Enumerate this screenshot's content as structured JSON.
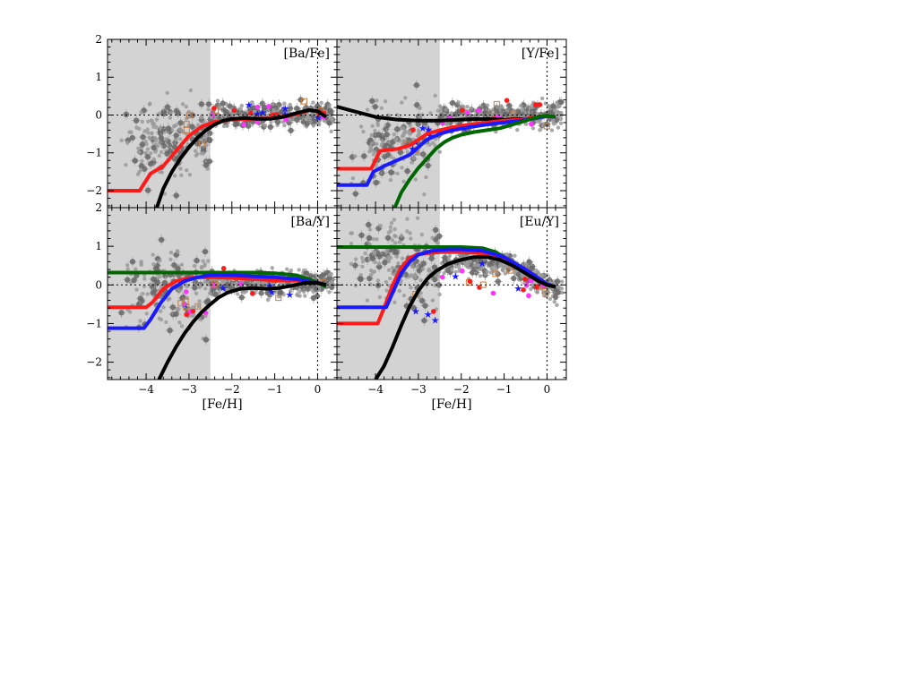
{
  "figure": {
    "xlabel": "[Fe/H]"
  },
  "colors": {
    "shade": "#d3d3d3",
    "frame": "#000000",
    "red": "#ff1a1a",
    "blue": "#1a1aff",
    "green": "#006600",
    "black": "#000000",
    "grey_points": "#666666",
    "errorbar": "#a8a8a8",
    "magenta": "#ff33ff",
    "orange": "#c87a3a",
    "star_blue": "#1a1aff"
  },
  "chart_data": [
    {
      "type": "line",
      "panel": "top-left",
      "label": "[Ba/Fe]",
      "xlim": [
        -4.9,
        0.45
      ],
      "ylim": [
        -2.45,
        2.0
      ],
      "xticks": [
        -4,
        -3,
        -2,
        -1,
        0
      ],
      "xtick_labels": [
        "",
        "",
        "",
        "",
        ""
      ],
      "yticks": [
        -2,
        -1,
        0,
        1,
        2
      ],
      "ytick_labels": [
        "−2",
        "−1",
        "0",
        "1",
        "2"
      ],
      "shaded_x": [
        -4.9,
        -2.5
      ],
      "ref_y": 0,
      "ref_x": 0,
      "series": [
        {
          "color": "red",
          "x": [
            -4.9,
            -4.15,
            -3.9,
            -3.6,
            -3.3,
            -3.0,
            -2.7,
            -2.4,
            -2.0,
            -1.5,
            -1.0,
            -0.5,
            -0.2,
            0.0,
            0.2
          ],
          "y": [
            -2.0,
            -2.0,
            -1.55,
            -1.35,
            -0.95,
            -0.55,
            -0.3,
            -0.18,
            -0.12,
            -0.1,
            -0.08,
            0.02,
            0.12,
            0.1,
            0.05
          ]
        },
        {
          "color": "black",
          "x": [
            -3.75,
            -3.6,
            -3.4,
            -3.2,
            -3.0,
            -2.8,
            -2.6,
            -2.4,
            -2.2,
            -2.0,
            -1.7,
            -1.4,
            -1.1,
            -0.8,
            -0.5,
            -0.2,
            0.0,
            0.2
          ],
          "y": [
            -2.45,
            -1.95,
            -1.5,
            -1.15,
            -0.85,
            -0.6,
            -0.4,
            -0.25,
            -0.15,
            -0.1,
            -0.08,
            -0.1,
            -0.1,
            -0.05,
            0.05,
            0.13,
            0.1,
            -0.05
          ]
        }
      ]
    },
    {
      "type": "line",
      "panel": "top-right",
      "label": "[Y/Fe]",
      "xlim": [
        -4.9,
        0.45
      ],
      "ylim": [
        -2.45,
        2.0
      ],
      "xticks": [
        -4,
        -3,
        -2,
        -1,
        0
      ],
      "xtick_labels": [
        "",
        "",
        "",
        "",
        ""
      ],
      "yticks": [
        -2,
        -1,
        0,
        1,
        2
      ],
      "ytick_labels": [
        "",
        "",
        "",
        "",
        ""
      ],
      "shaded_x": [
        -4.9,
        -2.5
      ],
      "ref_y": 0,
      "ref_x": 0,
      "series": [
        {
          "color": "black",
          "x": [
            -4.9,
            -4.5,
            -4.0,
            -3.5,
            -3.0,
            -2.5,
            -2.0,
            -1.5,
            -1.0,
            -0.5,
            0.0,
            0.2
          ],
          "y": [
            0.22,
            0.1,
            -0.05,
            -0.12,
            -0.15,
            -0.15,
            -0.12,
            -0.1,
            -0.12,
            -0.1,
            -0.02,
            -0.05
          ]
        },
        {
          "color": "red",
          "x": [
            -4.9,
            -4.1,
            -3.9,
            -3.5,
            -3.2,
            -3.0,
            -2.8,
            -2.5,
            -2.2,
            -1.8,
            -1.4,
            -1.0,
            -0.6,
            -0.2,
            0.0,
            0.2
          ],
          "y": [
            -1.42,
            -1.42,
            -0.95,
            -0.9,
            -0.8,
            -0.65,
            -0.5,
            -0.4,
            -0.32,
            -0.25,
            -0.2,
            -0.15,
            -0.12,
            -0.05,
            -0.02,
            -0.05
          ]
        },
        {
          "color": "blue",
          "x": [
            -4.9,
            -4.2,
            -4.05,
            -3.8,
            -3.5,
            -3.2,
            -3.0,
            -2.8,
            -2.5,
            -2.2,
            -1.8,
            -1.4,
            -1.0,
            -0.6,
            -0.2,
            0.0,
            0.2
          ],
          "y": [
            -1.85,
            -1.85,
            -1.5,
            -1.35,
            -1.2,
            -1.05,
            -0.85,
            -0.65,
            -0.5,
            -0.4,
            -0.32,
            -0.25,
            -0.2,
            -0.15,
            -0.07,
            -0.03,
            -0.05
          ]
        },
        {
          "color": "green",
          "x": [
            -3.55,
            -3.4,
            -3.2,
            -3.0,
            -2.8,
            -2.6,
            -2.4,
            -2.2,
            -2.0,
            -1.7,
            -1.4,
            -1.1,
            -0.8,
            -0.5,
            -0.2,
            0.0,
            0.2
          ],
          "y": [
            -2.45,
            -2.05,
            -1.7,
            -1.4,
            -1.15,
            -0.9,
            -0.72,
            -0.6,
            -0.52,
            -0.45,
            -0.4,
            -0.35,
            -0.25,
            -0.15,
            -0.05,
            -0.02,
            -0.05
          ]
        }
      ]
    },
    {
      "type": "line",
      "panel": "bottom-left",
      "label": "[Ba/Y]",
      "xlim": [
        -4.9,
        0.45
      ],
      "ylim": [
        -2.45,
        2.0
      ],
      "xticks": [
        -4,
        -3,
        -2,
        -1,
        0
      ],
      "xtick_labels": [
        "−4",
        "−3",
        "−2",
        "−1",
        "0"
      ],
      "yticks": [
        -2,
        -1,
        0,
        1,
        2
      ],
      "ytick_labels": [
        "−2",
        "−1",
        "0",
        "1",
        "2"
      ],
      "shaded_x": [
        -4.9,
        -2.5
      ],
      "ref_y": 0,
      "ref_x": 0,
      "series": [
        {
          "color": "green",
          "x": [
            -4.9,
            -4.0,
            -3.0,
            -2.5,
            -2.0,
            -1.5,
            -1.0,
            -0.5,
            -0.2,
            0.0,
            0.2
          ],
          "y": [
            0.32,
            0.32,
            0.32,
            0.32,
            0.32,
            0.32,
            0.3,
            0.25,
            0.15,
            0.05,
            -0.05
          ]
        },
        {
          "color": "red",
          "x": [
            -4.9,
            -4.0,
            -3.85,
            -3.6,
            -3.3,
            -3.0,
            -2.7,
            -2.4,
            -2.0,
            -1.5,
            -1.0,
            -0.5,
            0.0,
            0.2
          ],
          "y": [
            -0.58,
            -0.58,
            -0.45,
            -0.1,
            0.1,
            0.18,
            0.2,
            0.2,
            0.18,
            0.15,
            0.12,
            0.12,
            0.05,
            0.0
          ]
        },
        {
          "color": "blue",
          "x": [
            -4.9,
            -4.05,
            -3.9,
            -3.65,
            -3.4,
            -3.1,
            -2.8,
            -2.5,
            -2.0,
            -1.5,
            -1.0,
            -0.5,
            0.0,
            0.2
          ],
          "y": [
            -1.12,
            -1.12,
            -0.9,
            -0.45,
            -0.1,
            0.1,
            0.2,
            0.25,
            0.25,
            0.22,
            0.2,
            0.15,
            0.05,
            0.0
          ]
        },
        {
          "color": "black",
          "x": [
            -3.7,
            -3.5,
            -3.3,
            -3.1,
            -2.9,
            -2.7,
            -2.5,
            -2.3,
            -2.1,
            -1.8,
            -1.5,
            -1.2,
            -0.9,
            -0.6,
            -0.3,
            0.0,
            0.2
          ],
          "y": [
            -2.45,
            -2.0,
            -1.6,
            -1.25,
            -0.95,
            -0.7,
            -0.5,
            -0.32,
            -0.2,
            -0.1,
            -0.08,
            -0.1,
            -0.08,
            -0.02,
            0.05,
            0.05,
            0.0
          ]
        }
      ]
    },
    {
      "type": "line",
      "panel": "bottom-right",
      "label": "[Eu/Y]",
      "xlim": [
        -4.9,
        0.45
      ],
      "ylim": [
        -2.45,
        2.0
      ],
      "xticks": [
        -4,
        -3,
        -2,
        -1,
        0
      ],
      "xtick_labels": [
        "−4",
        "−3",
        "−2",
        "−1",
        "0"
      ],
      "yticks": [
        -2,
        -1,
        0,
        1,
        2
      ],
      "ytick_labels": [
        "",
        "",
        "",
        "",
        ""
      ],
      "shaded_x": [
        -4.9,
        -2.5
      ],
      "ref_y": 0,
      "ref_x": 0,
      "series": [
        {
          "color": "green",
          "x": [
            -4.9,
            -4.0,
            -3.0,
            -2.0,
            -1.5,
            -1.2,
            -0.9,
            -0.6,
            -0.3,
            0.0,
            0.2
          ],
          "y": [
            0.98,
            0.98,
            0.98,
            0.98,
            0.95,
            0.85,
            0.65,
            0.42,
            0.2,
            0.0,
            -0.05
          ]
        },
        {
          "color": "red",
          "x": [
            -4.9,
            -3.95,
            -3.8,
            -3.6,
            -3.4,
            -3.2,
            -3.0,
            -2.5,
            -2.0,
            -1.5,
            -1.0,
            -0.5,
            0.0,
            0.2
          ],
          "y": [
            -1.0,
            -1.0,
            -0.6,
            0.0,
            0.45,
            0.7,
            0.8,
            0.85,
            0.85,
            0.82,
            0.7,
            0.4,
            0.02,
            -0.05
          ]
        },
        {
          "color": "blue",
          "x": [
            -4.9,
            -3.75,
            -3.6,
            -3.4,
            -3.2,
            -3.0,
            -2.7,
            -2.3,
            -2.0,
            -1.5,
            -1.0,
            -0.5,
            0.0,
            0.2
          ],
          "y": [
            -0.58,
            -0.58,
            -0.2,
            0.3,
            0.6,
            0.78,
            0.88,
            0.92,
            0.92,
            0.88,
            0.72,
            0.4,
            0.02,
            -0.05
          ]
        },
        {
          "color": "black",
          "x": [
            -4.0,
            -3.8,
            -3.6,
            -3.4,
            -3.2,
            -3.0,
            -2.8,
            -2.6,
            -2.3,
            -2.0,
            -1.7,
            -1.4,
            -1.1,
            -0.8,
            -0.5,
            -0.2,
            0.0,
            0.2
          ],
          "y": [
            -2.45,
            -2.1,
            -1.6,
            -1.05,
            -0.55,
            -0.15,
            0.15,
            0.35,
            0.55,
            0.65,
            0.72,
            0.72,
            0.65,
            0.5,
            0.3,
            0.1,
            0.0,
            -0.05
          ]
        }
      ]
    }
  ]
}
